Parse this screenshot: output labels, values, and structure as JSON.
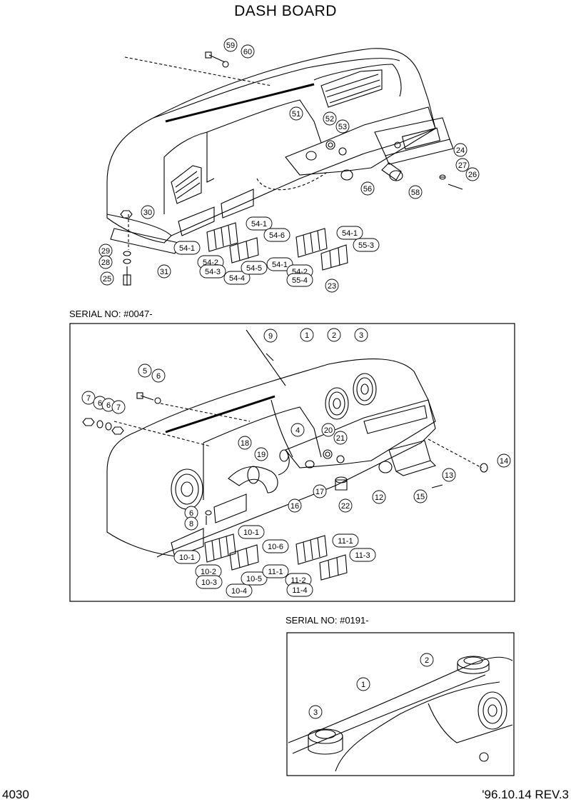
{
  "title": "DASH BOARD",
  "serials": [
    "SERIAL NO: #0047-",
    "SERIAL NO: #0191-"
  ],
  "page_number": "4030",
  "revision": "'96.10.14 REV.3",
  "callouts_top": [
    "59",
    "60",
    "51",
    "52",
    "53",
    "24",
    "27",
    "26",
    "56",
    "58",
    "30",
    "54-1",
    "54-6",
    "54-1",
    "55-3",
    "54-1",
    "29",
    "28",
    "25",
    "31",
    "54-2",
    "54-3",
    "54-4",
    "54-5",
    "54-1",
    "54-2",
    "55-4",
    "23"
  ],
  "callouts_mid": [
    "9",
    "1",
    "2",
    "3",
    "5",
    "6",
    "7",
    "6",
    "6",
    "7",
    "4",
    "20",
    "18",
    "19",
    "21",
    "14",
    "17",
    "13",
    "12",
    "15",
    "16",
    "22",
    "6",
    "8",
    "10-1",
    "10-6",
    "11-1",
    "11-3",
    "10-1",
    "10-2",
    "10-3",
    "10-4",
    "10-5",
    "11-1",
    "11-2",
    "11-4"
  ],
  "callouts_bottom": [
    "1",
    "2",
    "3"
  ]
}
